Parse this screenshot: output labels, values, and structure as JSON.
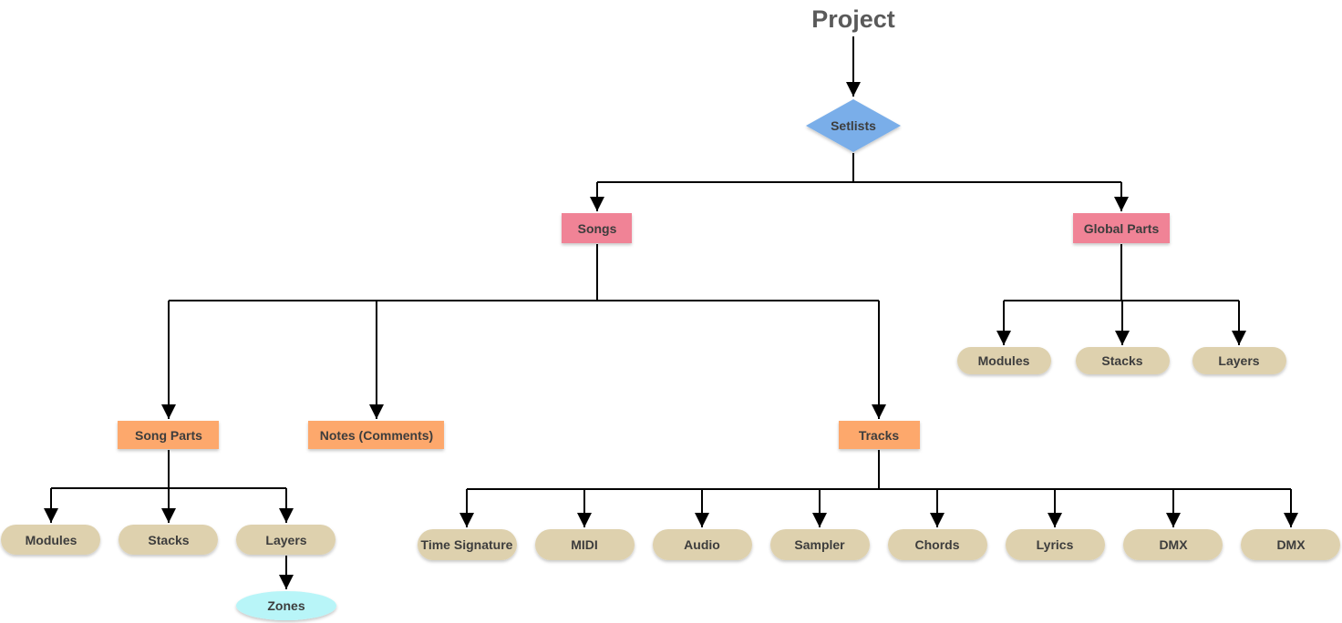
{
  "diagram": {
    "root": "Project",
    "setlists": "Setlists",
    "songs": "Songs",
    "global_parts": "Global Parts",
    "global_children": [
      "Modules",
      "Stacks",
      "Layers"
    ],
    "song_parts": "Song Parts",
    "notes": "Notes (Comments)",
    "tracks": "Tracks",
    "song_part_children": [
      "Modules",
      "Stacks",
      "Layers"
    ],
    "zones": "Zones",
    "track_children": [
      "Time Signature",
      "MIDI",
      "Audio",
      "Sampler",
      "Chords",
      "Lyrics",
      "DMX",
      "DMX"
    ]
  },
  "colors": {
    "diamond": "#7aaee9",
    "level1": "#f08396",
    "level2": "#fda86c",
    "pill": "#ded1ae",
    "ellipse": "#b8f5f8",
    "connector": "#000000"
  }
}
